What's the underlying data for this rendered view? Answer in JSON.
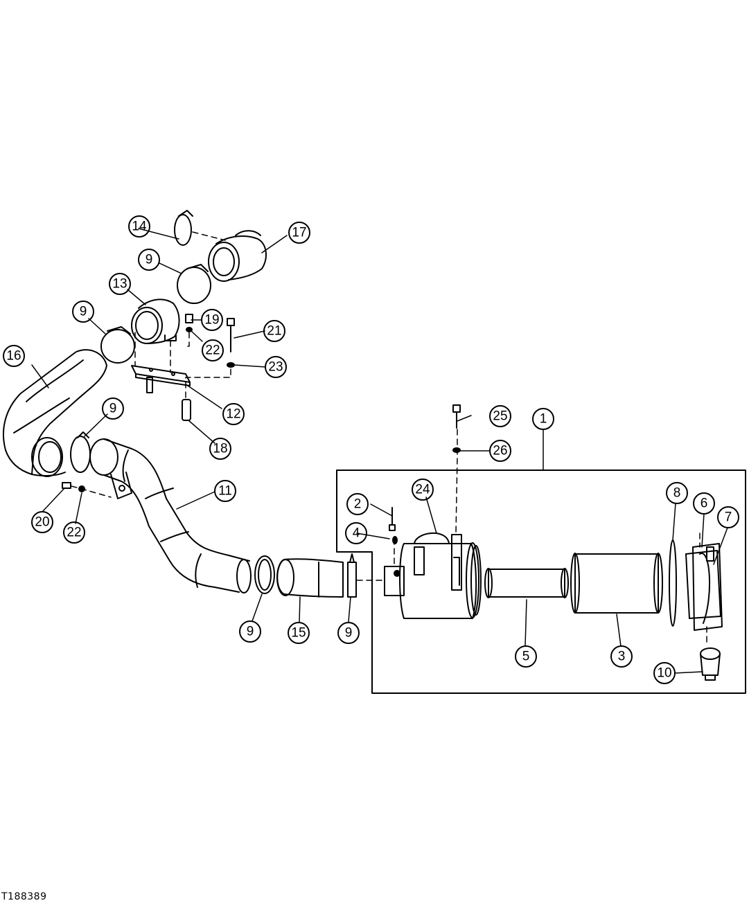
{
  "figure_id": "T188389",
  "callouts": [
    {
      "id": "c1",
      "label": "1"
    },
    {
      "id": "c2",
      "label": "2"
    },
    {
      "id": "c3",
      "label": "3"
    },
    {
      "id": "c4",
      "label": "4"
    },
    {
      "id": "c5",
      "label": "5"
    },
    {
      "id": "c6",
      "label": "6"
    },
    {
      "id": "c7",
      "label": "7"
    },
    {
      "id": "c8",
      "label": "8"
    },
    {
      "id": "c9a",
      "label": "9"
    },
    {
      "id": "c9b",
      "label": "9"
    },
    {
      "id": "c9c",
      "label": "9"
    },
    {
      "id": "c9d",
      "label": "9"
    },
    {
      "id": "c9e",
      "label": "9"
    },
    {
      "id": "c10",
      "label": "10"
    },
    {
      "id": "c11",
      "label": "11"
    },
    {
      "id": "c12",
      "label": "12"
    },
    {
      "id": "c13",
      "label": "13"
    },
    {
      "id": "c14",
      "label": "14"
    },
    {
      "id": "c15",
      "label": "15"
    },
    {
      "id": "c16",
      "label": "16"
    },
    {
      "id": "c17",
      "label": "17"
    },
    {
      "id": "c18",
      "label": "18"
    },
    {
      "id": "c19",
      "label": "19"
    },
    {
      "id": "c20",
      "label": "20"
    },
    {
      "id": "c21",
      "label": "21"
    },
    {
      "id": "c22a",
      "label": "22"
    },
    {
      "id": "c22b",
      "label": "22"
    },
    {
      "id": "c23",
      "label": "23"
    },
    {
      "id": "c24",
      "label": "24"
    },
    {
      "id": "c25",
      "label": "25"
    },
    {
      "id": "c26",
      "label": "26"
    }
  ]
}
